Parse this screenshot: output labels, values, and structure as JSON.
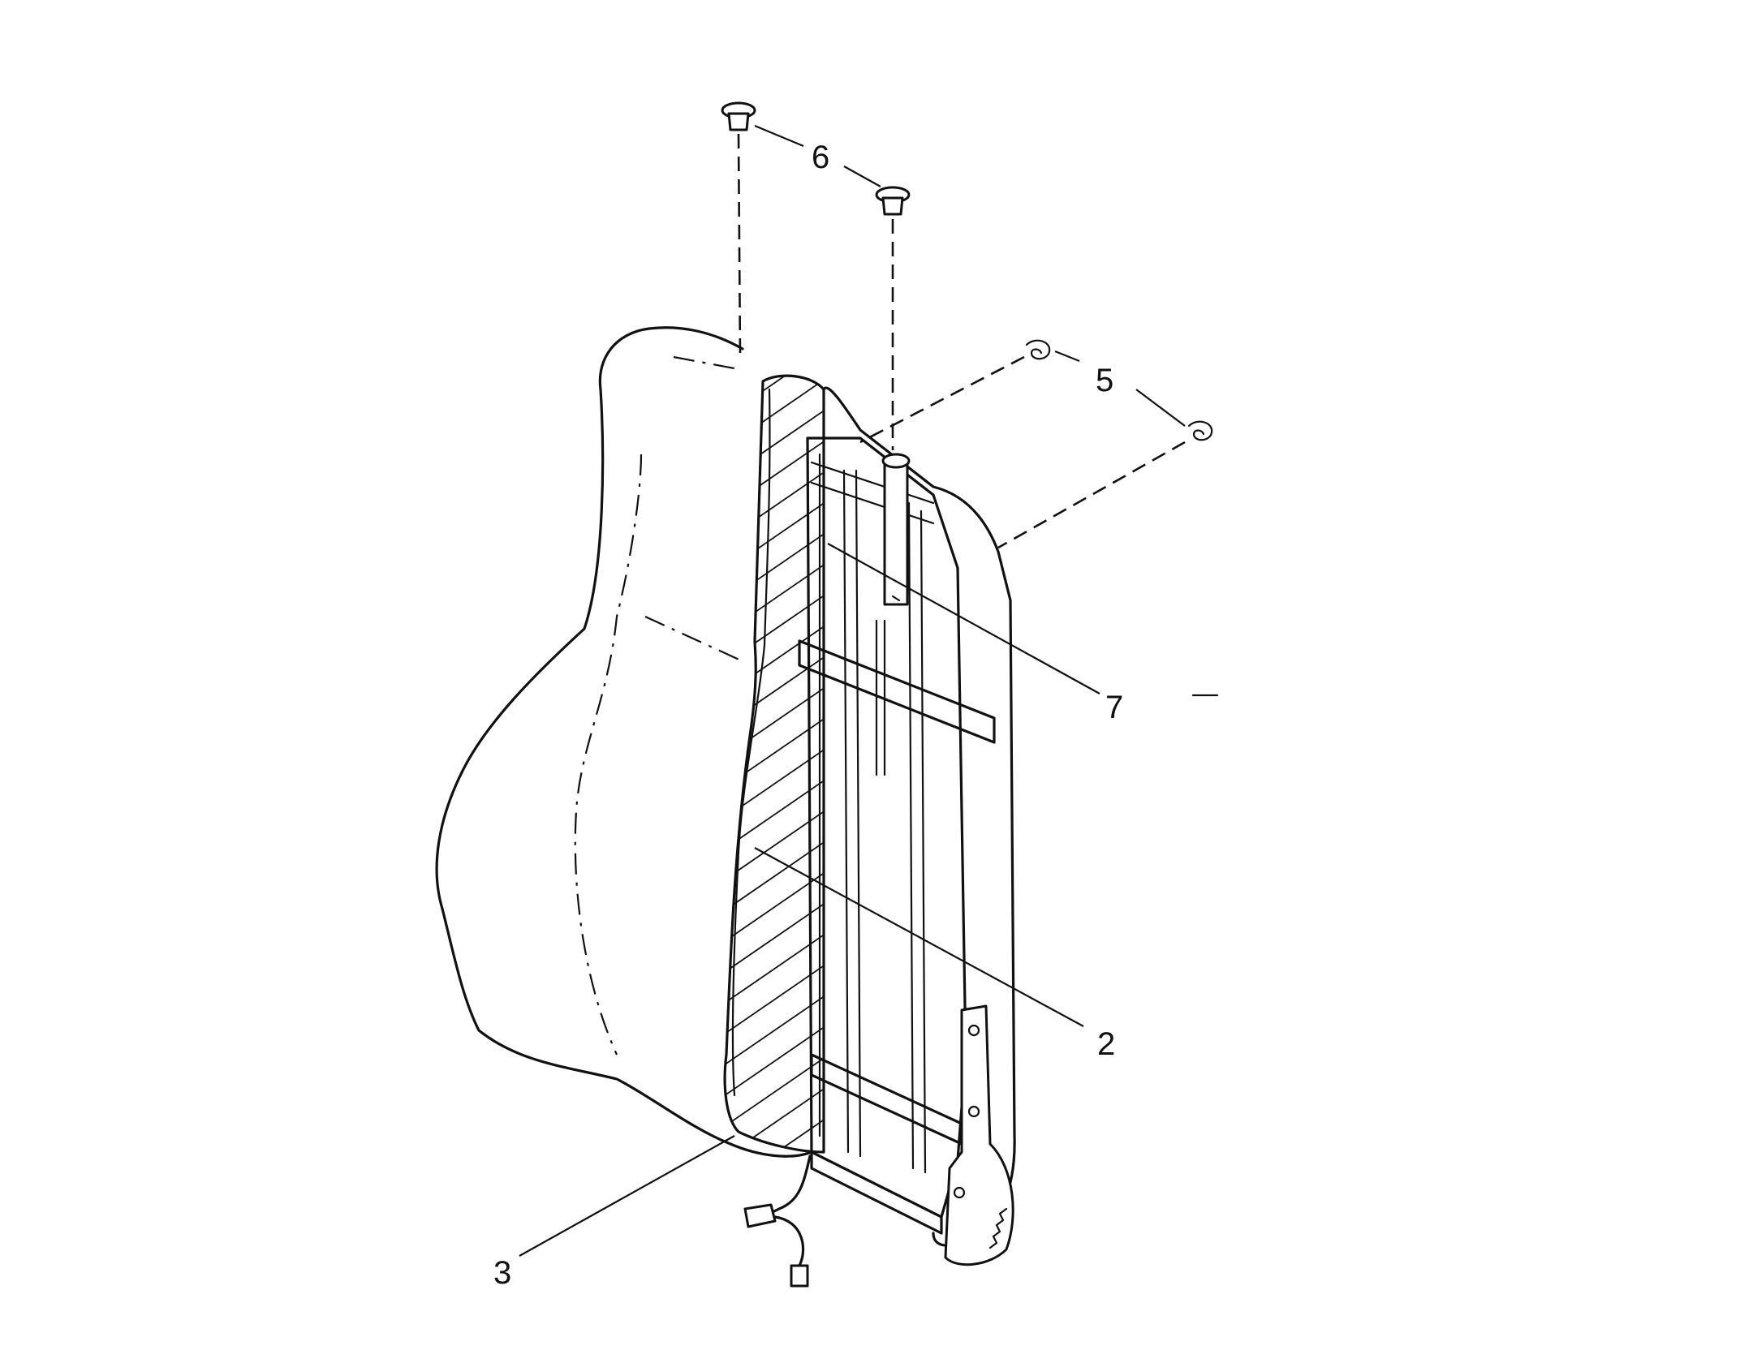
{
  "callouts": [
    {
      "id": "6",
      "text": "6"
    },
    {
      "id": "5",
      "text": "5"
    },
    {
      "id": "7",
      "text": "7"
    },
    {
      "id": "2",
      "text": "2"
    },
    {
      "id": "3",
      "text": "3"
    }
  ]
}
